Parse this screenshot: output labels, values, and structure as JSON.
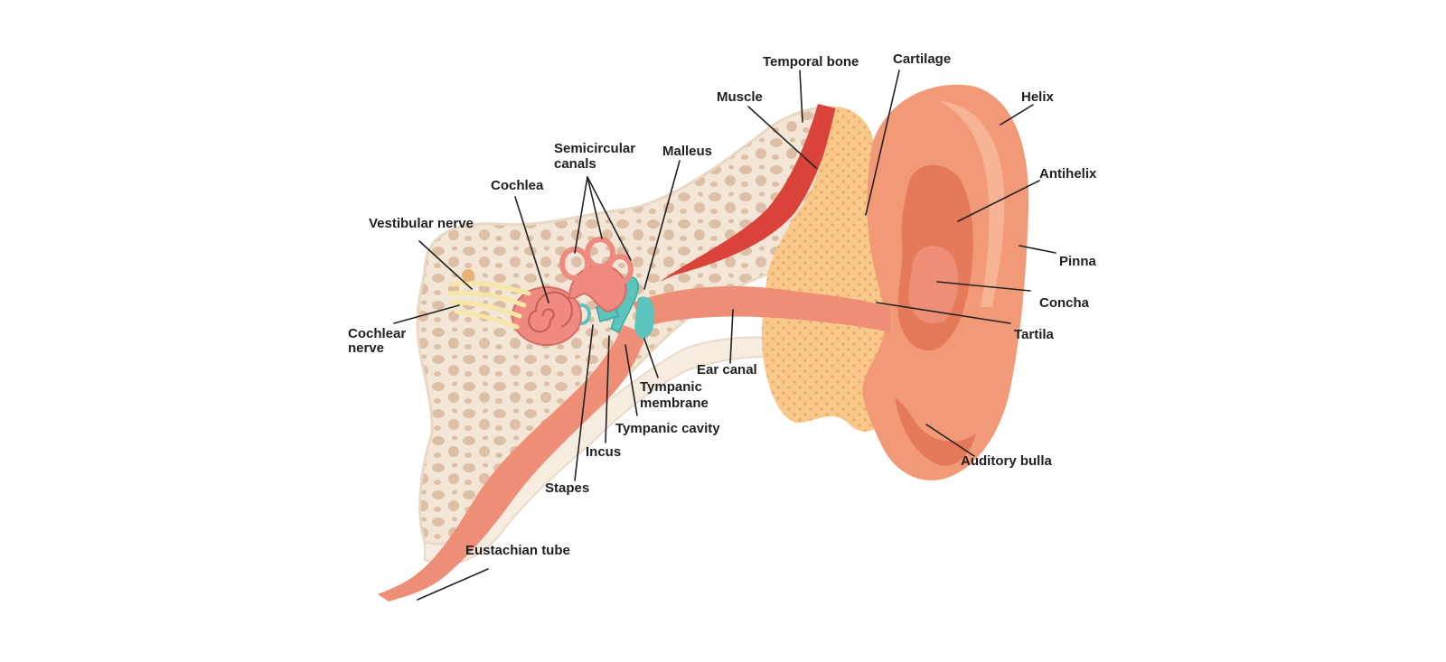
{
  "diagram": {
    "labels": {
      "temporal_bone": "Temporal bone",
      "cartilage": "Cartilage",
      "muscle": "Muscle",
      "helix": "Helix",
      "malleus": "Malleus",
      "semicircular_canals_line1": "Semicircular",
      "semicircular_canals_line2": "canals",
      "cochlea": "Cochlea",
      "vestibular_nerve": "Vestibular nerve",
      "antihelix": "Antihelix",
      "pinna": "Pinna",
      "concha": "Concha",
      "tartila": "Tartila",
      "cochlear_nerve_line1": "Cochlear",
      "cochlear_nerve_line2": "nerve",
      "ear_canal": "Ear canal",
      "tympanic_membrane_line1": "Tympanic",
      "tympanic_membrane_line2": "membrane",
      "tympanic_cavity": "Tympanic cavity",
      "incus": "Incus",
      "stapes": "Stapes",
      "auditory_bulla": "Auditory bulla",
      "eustachian_tube": "Eustachian tube"
    },
    "colors": {
      "bone_fill": "#f3e6d6",
      "bone_pores": "#dcbfa6",
      "cartilage": "#f9c98c",
      "cartilage_dots": "#eda764",
      "muscle": "#d9433a",
      "ear_skin": "#f29a78",
      "ear_skin_light": "#f7b494",
      "ear_skin_dark": "#e57a5a",
      "canal": "#ef8e77",
      "inner_ear": "#ee8a80",
      "ossicles": "#5cc3bd",
      "nerve": "#f6e6a8",
      "leader_line": "#222222"
    }
  }
}
